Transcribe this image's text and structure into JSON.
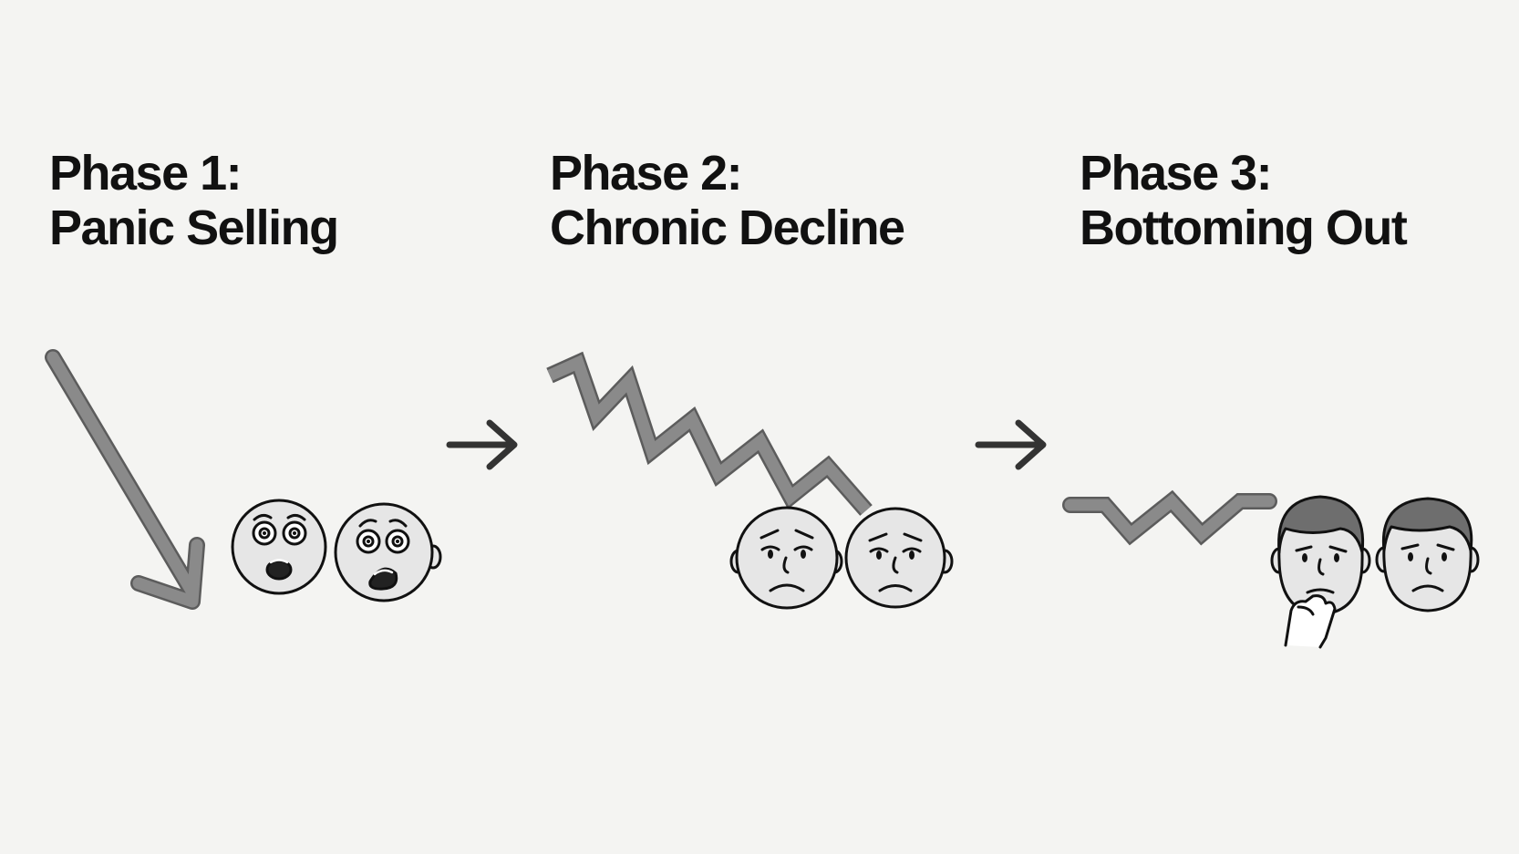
{
  "phases": [
    {
      "label": "Phase 1:",
      "name": "Panic Selling"
    },
    {
      "label": "Phase 2:",
      "name": "Chronic Decline"
    },
    {
      "label": "Phase 3:",
      "name": "Bottoming Out"
    }
  ],
  "colors": {
    "background": "#f4f4f2",
    "text": "#111111",
    "trend_fill": "#8a8a8a",
    "trend_outline": "#5c5c5c",
    "face_fill": "#e6e6e6",
    "hair": "#6e6e6e"
  },
  "icons": {
    "phase_1": [
      "steep-down-arrow-icon",
      "shocked-face-icon",
      "scared-face-icon"
    ],
    "phase_2": [
      "zigzag-decline-line-icon",
      "worried-face-icon",
      "sad-face-icon"
    ],
    "phase_3": [
      "flat-zigzag-line-icon",
      "thinking-man-icon",
      "concerned-man-icon"
    ],
    "connectors": [
      "right-arrow-icon",
      "right-arrow-icon"
    ]
  }
}
